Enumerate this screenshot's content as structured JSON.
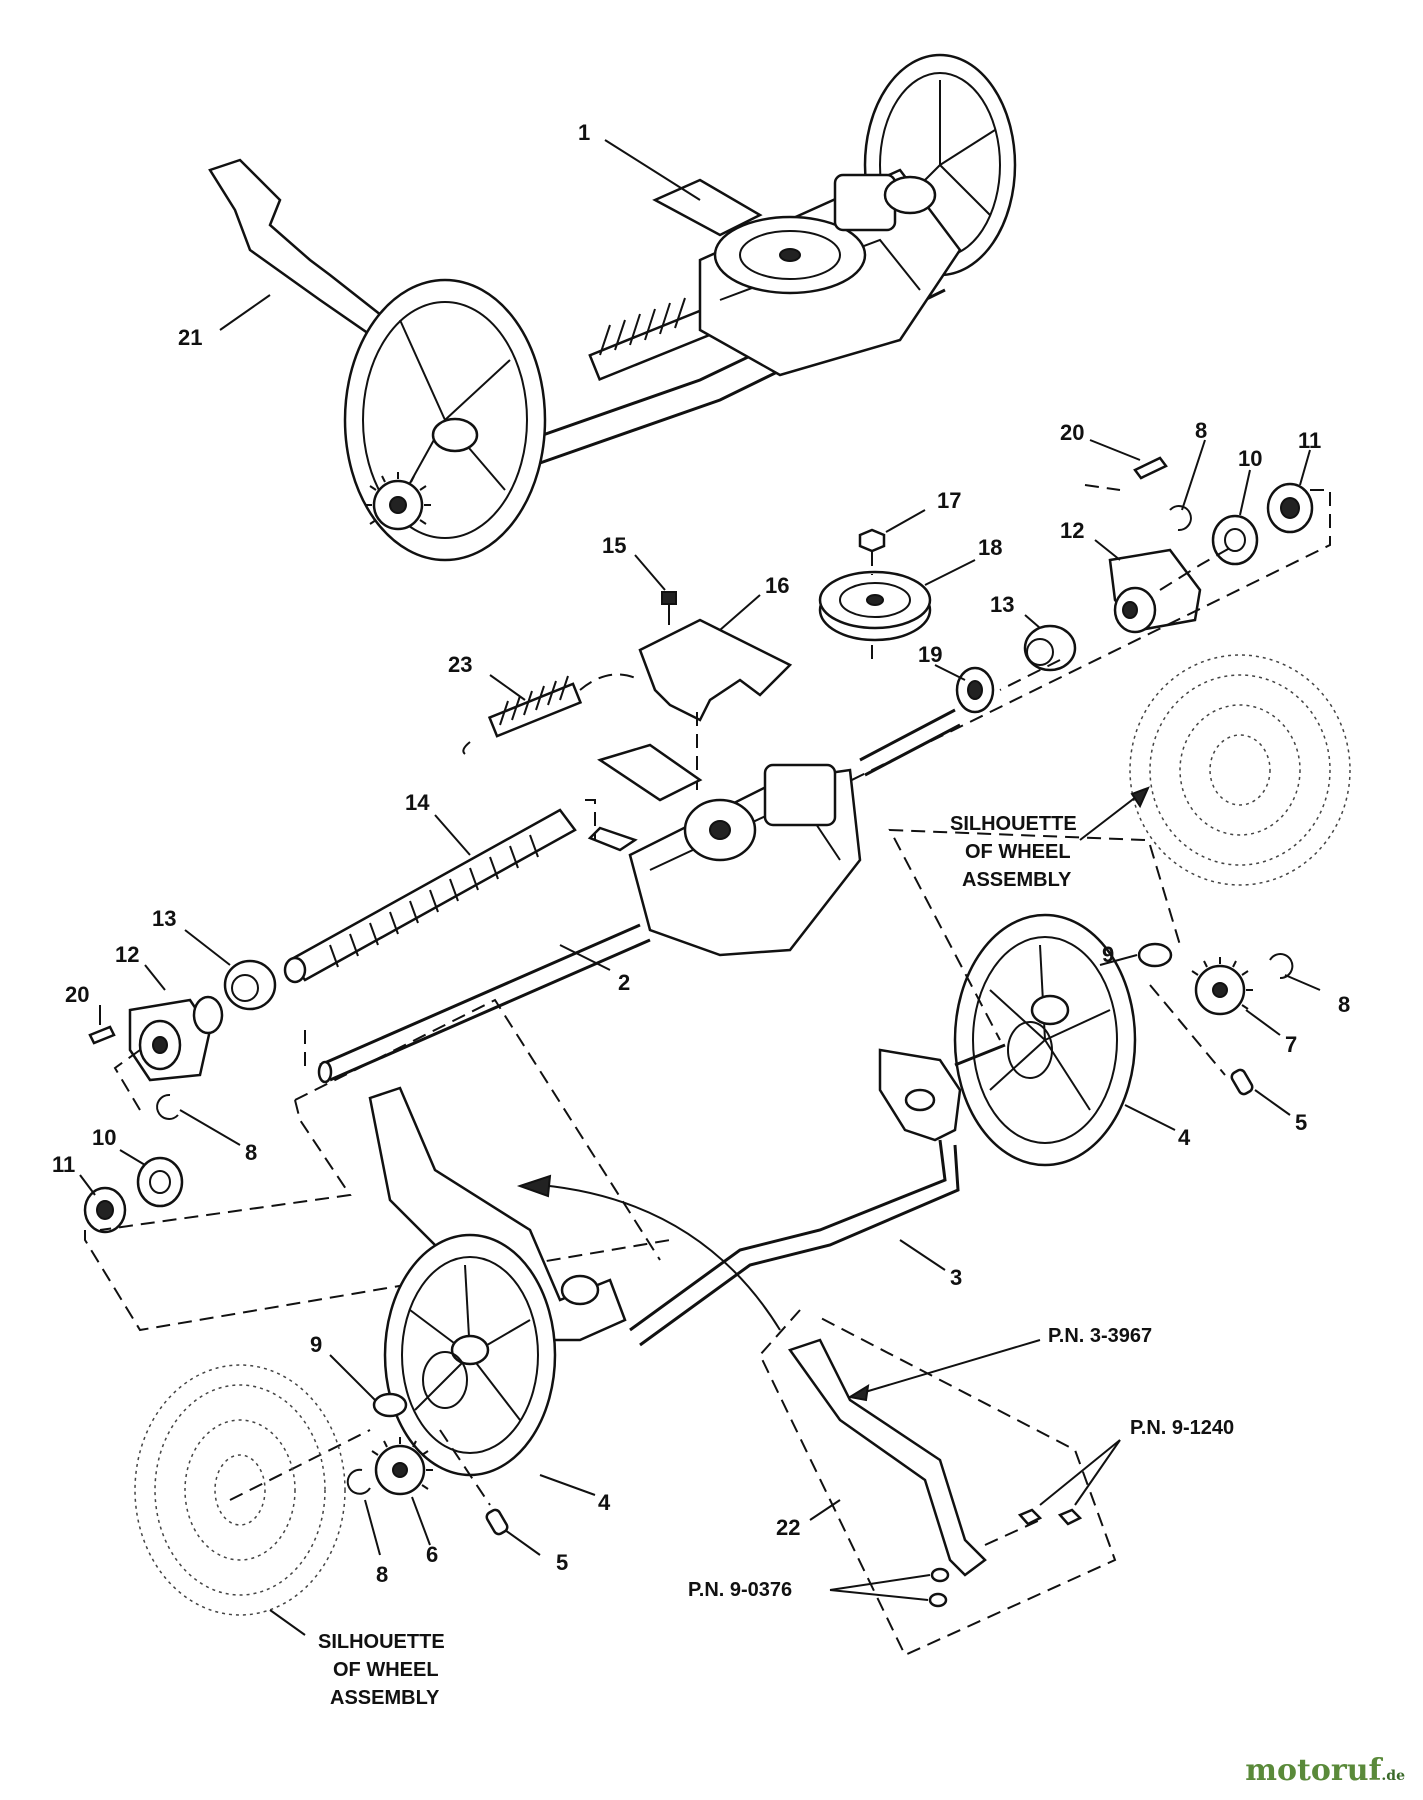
{
  "callouts": [
    "1",
    "21",
    "20",
    "8",
    "10",
    "11",
    "17",
    "18",
    "15",
    "16",
    "12",
    "13",
    "23",
    "19",
    "14",
    "13",
    "12",
    "20",
    "2",
    "9",
    "8",
    "7",
    "5",
    "4",
    "8",
    "11",
    "10",
    "3",
    "9",
    "4",
    "5",
    "8",
    "6",
    "22"
  ],
  "notes": {
    "silhouette_right": [
      "SILHOUETTE",
      "OF WHEEL",
      "ASSEMBLY"
    ],
    "silhouette_left": [
      "SILHOUETTE",
      "OF WHEEL",
      "ASSEMBLY"
    ],
    "pn_3_3967": "P.N. 3-3967",
    "pn_9_1240": "P.N. 9-1240",
    "pn_9_0376": "P.N. 9-0376"
  },
  "watermark": {
    "brand": "motoruf",
    "tld": ".de",
    "color": "#5a8a3a"
  }
}
